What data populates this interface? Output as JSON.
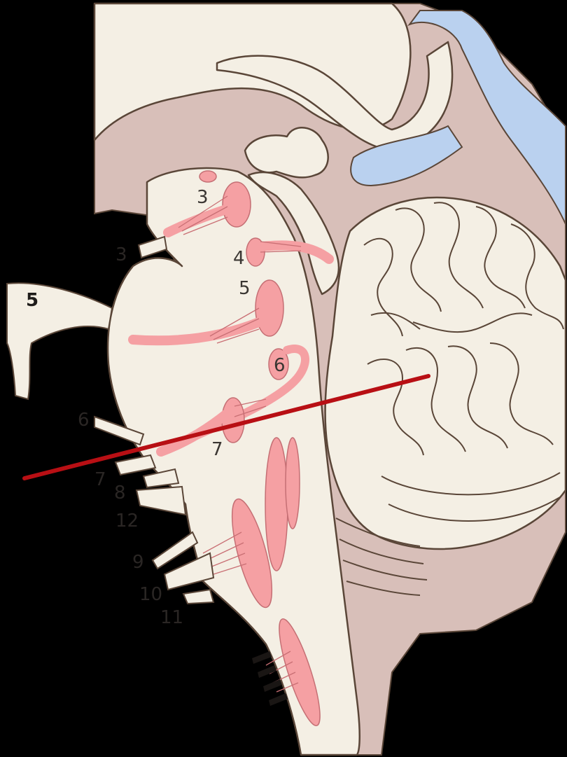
{
  "diagram": {
    "colors": {
      "background": "#000000",
      "tissue": "#f4efe4",
      "outer_tissue": "#d8bfb9",
      "ventricle": "#bad1ef",
      "nucleus": "#f5a0a3",
      "section_line": "#b80f14"
    },
    "internal_labels": {
      "n3": "3",
      "n4": "4",
      "n5": "5",
      "n6": "6",
      "n7": "7"
    },
    "nerve_labels": {
      "n3": "3",
      "n5": "5",
      "n6": "6",
      "n7": "7",
      "n8": "8",
      "n12": "12",
      "n9": "9",
      "n10": "10",
      "n11": "11"
    }
  }
}
